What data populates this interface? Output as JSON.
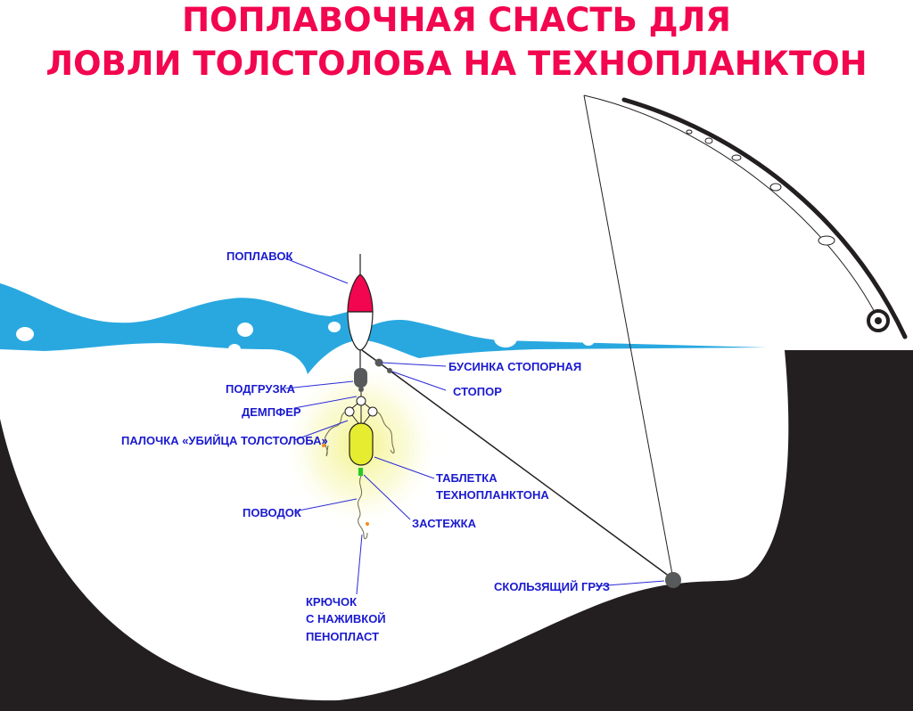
{
  "title": {
    "line1": "ПОПЛАВОЧНАЯ СНАСТЬ ДЛЯ",
    "line2": "ЛОВЛИ ТОЛСТОЛОБА НА ТЕХНОПЛАНКТОН"
  },
  "labels": {
    "float": "ПОПЛАВОК",
    "stopper_bead": "БУСИНКА СТОПОРНАЯ",
    "stopper": "СТОПОР",
    "sinker": "ПОДГРУЗКА",
    "damper": "ДЕМПФЕР",
    "stick": "ПАЛОЧКА «УБИЙЦА ТОЛСТОЛОБА»",
    "tablet_1": "ТАБЛЕТКА",
    "tablet_2": "ТЕХНОПЛАНКТОНА",
    "leader": "ПОВОДОК",
    "clasp": "ЗАСТЕЖКА",
    "hook_1": "КРЮЧОК",
    "hook_2": "С НАЖИВКОЙ",
    "hook_3": "ПЕНОПЛАСТ",
    "sliding_weight": "СКОЛЬЗЯЩИЙ ГРУЗ"
  },
  "colors": {
    "title": "#f2064f",
    "water": "#29a8e0",
    "ground": "#231f20",
    "labels": "#1a1ad0",
    "tablet": "#e6ec2f",
    "clasp": "#22cc22"
  }
}
